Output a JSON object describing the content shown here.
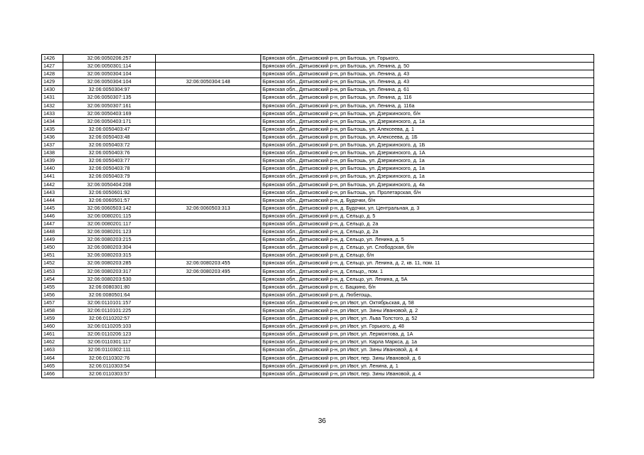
{
  "document": {
    "page_number": "36",
    "rows": [
      {
        "num": "1426",
        "cadastral": "32:06:0050206:257",
        "related": "",
        "address": "Брянская обл., Дятьковский р-н, рп Бытошь, ул. Горького,"
      },
      {
        "num": "1427",
        "cadastral": "32:06:0050301:114",
        "related": "",
        "address": "Брянская обл., Дятьковский р-н, рп Бытошь, ул. Ленина, д. 50"
      },
      {
        "num": "1428",
        "cadastral": "32:06:0050304:104",
        "related": "",
        "address": "Брянская обл., Дятьковский р-н, рп Бытошь, ул. Ленина, д. 43"
      },
      {
        "num": "1429",
        "cadastral": "32:06:0050304:104",
        "related": "32:06:0050304:148",
        "address": "Брянская обл., Дятьковский р-н, рп Бытошь, ул. Ленина, д. 43"
      },
      {
        "num": "1430",
        "cadastral": "32:06:0050304:97",
        "related": "",
        "address": "Брянская обл., Дятьковский р-н, рп Бытошь, ул. Ленина, д. 61"
      },
      {
        "num": "1431",
        "cadastral": "32:06:0050307:135",
        "related": "",
        "address": "Брянская обл., Дятьковский р-н, рп Бытошь, ул. Ленина, д. 116"
      },
      {
        "num": "1432",
        "cadastral": "32:06:0050307:161",
        "related": "",
        "address": "Брянская обл., Дятьковский р-н, рп Бытошь, ул. Ленина, д. 116а"
      },
      {
        "num": "1433",
        "cadastral": "32:06:0050403:169",
        "related": "",
        "address": "Брянская обл., Дятьковский р-н, рп Бытошь, ул. Дзержинского, б/н"
      },
      {
        "num": "1434",
        "cadastral": "32:06:0050403:171",
        "related": "",
        "address": "Брянская обл., Дятьковский р-н, рп Бытошь, ул. Дзержинского, д. 1а"
      },
      {
        "num": "1435",
        "cadastral": "32:06:0050403:47",
        "related": "",
        "address": "Брянская обл., Дятьковский р-н, рп Бытошь, ул. Алексеева, д. 1"
      },
      {
        "num": "1436",
        "cadastral": "32:06:0050403:48",
        "related": "",
        "address": "Брянская обл., Дятьковский р-н, рп Бытошь, ул. Алексеева, д. 1Б"
      },
      {
        "num": "1437",
        "cadastral": "32:06:0050403:72",
        "related": "",
        "address": "Брянская обл., Дятьковский р-н, рп Бытошь, ул. Дзержинского, д. 1Б"
      },
      {
        "num": "1438",
        "cadastral": "32:06:0050403:76",
        "related": "",
        "address": "Брянская обл., Дятьковский р-н, рп Бытошь, ул. Дзержинского, д. 1А"
      },
      {
        "num": "1439",
        "cadastral": "32:06:0050403:77",
        "related": "",
        "address": "Брянская обл., Дятьковский р-н, рп Бытошь, ул. Дзержинского, д. 1а"
      },
      {
        "num": "1440",
        "cadastral": "32:06:0050403:78",
        "related": "",
        "address": "Брянская обл., Дятьковский р-н, рп Бытошь, ул. Дзержинского, д. 1а"
      },
      {
        "num": "1441",
        "cadastral": "32:06:0050403:79",
        "related": "",
        "address": "Брянская обл., Дятьковский р-н, рп Бытошь, ул. Дзержинского, д. 1а"
      },
      {
        "num": "1442",
        "cadastral": "32:06:0050404:208",
        "related": "",
        "address": "Брянская обл., Дятьковский р-н, рп Бытошь, ул. Дзержинского, д. 4а"
      },
      {
        "num": "1443",
        "cadastral": "32:06:0050601:92",
        "related": "",
        "address": "Брянская обл., Дятьковский р-н, рп Бытошь, ул. Пролетарская, б/н"
      },
      {
        "num": "1444",
        "cadastral": "32:06:0060501:57",
        "related": "",
        "address": "Брянская обл., Дятьковский р-н, д. Будочки, б/н"
      },
      {
        "num": "1445",
        "cadastral": "32:06:0060503:142",
        "related": "32:06:0060503:313",
        "address": "Брянская обл., Дятьковский р-н, д. Будочки, ул. Центральная, д. 3"
      },
      {
        "num": "1446",
        "cadastral": "32:06:0080201:115",
        "related": "",
        "address": "Брянская обл., Дятьковский р-н, д. Сельцо, д. 5"
      },
      {
        "num": "1447",
        "cadastral": "32:06:0080201:117",
        "related": "",
        "address": "Брянская обл., Дятьковский р-н, д. Сельцо, д. 2а"
      },
      {
        "num": "1448",
        "cadastral": "32:06:0080201:123",
        "related": "",
        "address": "Брянская обл., Дятьковский р-н, д. Сельцо, д. 2а"
      },
      {
        "num": "1449",
        "cadastral": "32:06:0080203:215",
        "related": "",
        "address": "Брянская обл., Дятьковский р-н, д. Сельцо, ул. Ленина, д. 5"
      },
      {
        "num": "1450",
        "cadastral": "32:06:0080203:304",
        "related": "",
        "address": "Брянская обл., Дятьковский р-н, д. Сельцо, ул. Слободская, б/н"
      },
      {
        "num": "1451",
        "cadastral": "32:06:0080203:315",
        "related": "",
        "address": "Брянская обл., Дятьковский р-н, д. Сельцо, б/н"
      },
      {
        "num": "1452",
        "cadastral": "32:06:0080203:285",
        "related": "32:06:0080203:455",
        "address": "Брянская обл., Дятьковский р-н, д. Сельцо, ул. Ленина, д. 2, кв. 11, пом. 11"
      },
      {
        "num": "1453",
        "cadastral": "32:06:0080203:317",
        "related": "32:06:0080203:495",
        "address": "Брянская обл., Дятьковский р-н, д. Сельцо,, пом. 1"
      },
      {
        "num": "1454",
        "cadastral": "32:06:0080203:530",
        "related": "",
        "address": "Брянская обл., Дятьковский р-н, д. Сельцо, ул. Ленина, д. 5А"
      },
      {
        "num": "1455",
        "cadastral": "32:06:0080301:80",
        "related": "",
        "address": "Брянская обл., Дятьковский р-н, с. Бацкино, б/н"
      },
      {
        "num": "1456",
        "cadastral": "32:06:0080501:64",
        "related": "",
        "address": "Брянская обл., Дятьковский р-н, д. Любегощь,"
      },
      {
        "num": "1457",
        "cadastral": "32:06:0110101:157",
        "related": "",
        "address": "Брянская обл., Дятьковский р-н, рп Ивот, ул. Октябрьская, д. 58"
      },
      {
        "num": "1458",
        "cadastral": "32:06:0110101:225",
        "related": "",
        "address": "Брянская обл., Дятьковский р-н, рп Ивот, ул. Зины Ивановой, д. 2"
      },
      {
        "num": "1459",
        "cadastral": "32:06:0110202:57",
        "related": "",
        "address": "Брянская обл., Дятьковский р-н, рп Ивот, ул. Льва Толстого, д. 52"
      },
      {
        "num": "1460",
        "cadastral": "32:06:0110205:103",
        "related": "",
        "address": "Брянская обл., Дятьковский р-н, рп Ивот, ул. Горького, д. 48"
      },
      {
        "num": "1461",
        "cadastral": "32:06:0110206:123",
        "related": "",
        "address": "Брянская обл., Дятьковский р-н, рп Ивот, ул. Лермонтова, д. 1А"
      },
      {
        "num": "1462",
        "cadastral": "32:06:0110301:117",
        "related": "",
        "address": "Брянская обл., Дятьковский р-н, рп Ивот, ул. Карла Маркса, д. 1а"
      },
      {
        "num": "1463",
        "cadastral": "32:06:0110302:111",
        "related": "",
        "address": "Брянская обл., Дятьковский р-н, рп Ивот, ул. Зины Ивановой, д. 4"
      },
      {
        "num": "1464",
        "cadastral": "32:06:0110302:76",
        "related": "",
        "address": "Брянская обл., Дятьковский р-н, рп Ивот, пер. Зины Ивановой, д. 6"
      },
      {
        "num": "1465",
        "cadastral": "32:06:0110303:54",
        "related": "",
        "address": "Брянская обл., Дятьковский р-н, рп Ивот, ул. Ленина, д. 1"
      },
      {
        "num": "1466",
        "cadastral": "32:06:0110303:57",
        "related": "",
        "address": "Брянская обл., Дятьковский р-н, рп Ивот, пер. Зины Ивановой, д. 4"
      }
    ]
  }
}
